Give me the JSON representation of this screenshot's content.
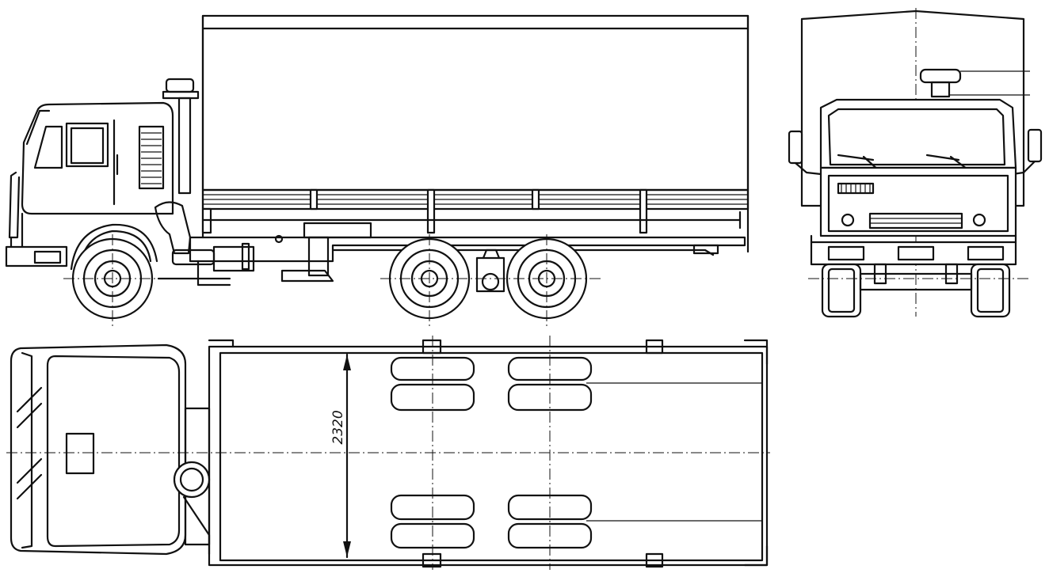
{
  "drawing": {
    "views": [
      "side-view",
      "front-view",
      "top-view"
    ],
    "dimensions": {
      "body_width": "2320"
    }
  }
}
